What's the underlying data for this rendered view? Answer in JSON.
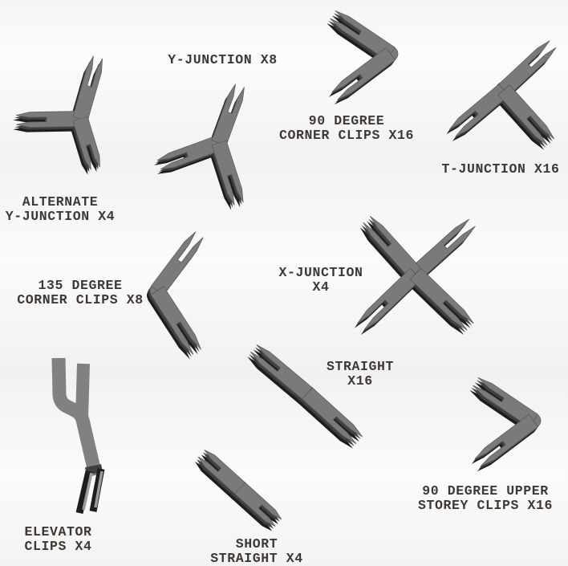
{
  "colors": {
    "background": "#fafafa",
    "text": "#3e3835",
    "part-top": "#7a7a7a",
    "part-side": "#404040",
    "part-shadow": "#1d1d1d",
    "part-edge": "#585858",
    "part-flat": "#818181",
    "part-hi": "#9c9c9c"
  },
  "parts": [
    {
      "name": "alternate-y-junction",
      "label_lines": [
        "ALTERNATE",
        "Y-JUNCTION X4"
      ],
      "quantity": 4
    },
    {
      "name": "y-junction",
      "label_lines": [
        "Y-JUNCTION X8"
      ],
      "quantity": 8
    },
    {
      "name": "90-degree-corner-clips",
      "label_lines": [
        "90 DEGREE",
        "CORNER CLIPS X16"
      ],
      "quantity": 16
    },
    {
      "name": "t-junction",
      "label_lines": [
        "T-JUNCTION X16"
      ],
      "quantity": 16
    },
    {
      "name": "135-degree-corner-clips",
      "label_lines": [
        "135 DEGREE",
        "CORNER CLIPS X8"
      ],
      "quantity": 8
    },
    {
      "name": "x-junction",
      "label_lines": [
        "X-JUNCTION",
        "X4"
      ],
      "quantity": 4
    },
    {
      "name": "straight",
      "label_lines": [
        "STRAIGHT",
        "X16"
      ],
      "quantity": 16
    },
    {
      "name": "elevator-clips",
      "label_lines": [
        "ELEVATOR",
        "CLIPS X4"
      ],
      "quantity": 4
    },
    {
      "name": "short-straight",
      "label_lines": [
        "SHORT",
        "STRAIGHT X4"
      ],
      "quantity": 4
    },
    {
      "name": "90-degree-upper-storey-clips",
      "label_lines": [
        "90 DEGREE UPPER",
        "STOREY CLIPS X16"
      ],
      "quantity": 16
    }
  ]
}
